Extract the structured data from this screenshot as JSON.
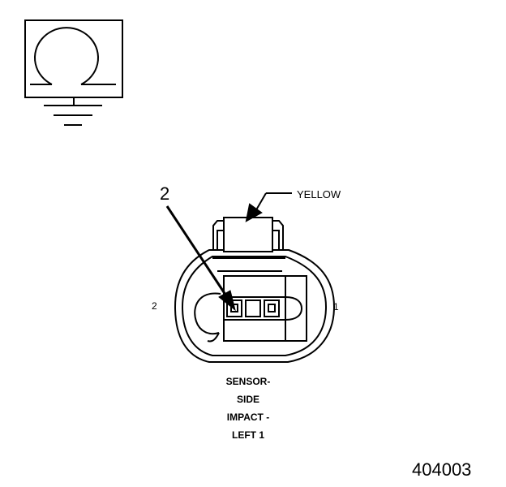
{
  "symbol": {
    "icon": "ohmmeter-ground-icon"
  },
  "callout": {
    "number": "2"
  },
  "connector": {
    "wire_color": "YELLOW",
    "pin_left": "2",
    "pin_right": "1",
    "name_lines": [
      "SENSOR-",
      "SIDE",
      "IMPACT -",
      "LEFT 1"
    ]
  },
  "figure_id": "404003"
}
